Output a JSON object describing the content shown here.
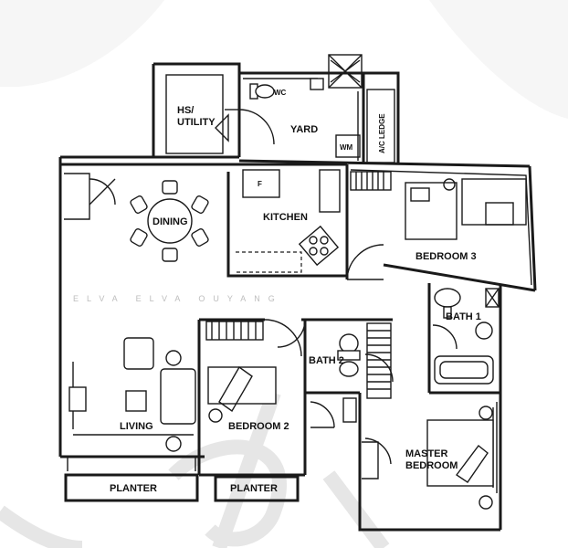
{
  "rooms": {
    "hs_utility_line1": "HS/",
    "hs_utility_line2": "UTILITY",
    "wc": "WC",
    "yard": "YARD",
    "wm": "WM",
    "ac_ledge": "A/C LEDGE",
    "kitchen": "KITCHEN",
    "dining": "DINING",
    "bedroom3": "BEDROOM 3",
    "bath1": "BATH 1",
    "bath2": "BATH 2",
    "living": "LIVING",
    "bedroom2": "BEDROOM 2",
    "master_line1": "MASTER",
    "master_line2": "BEDROOM",
    "planter_left": "PLANTER",
    "planter_right": "PLANTER",
    "fridge": "F"
  },
  "watermark": {
    "text": "ELVA ELVA OUYANG"
  }
}
